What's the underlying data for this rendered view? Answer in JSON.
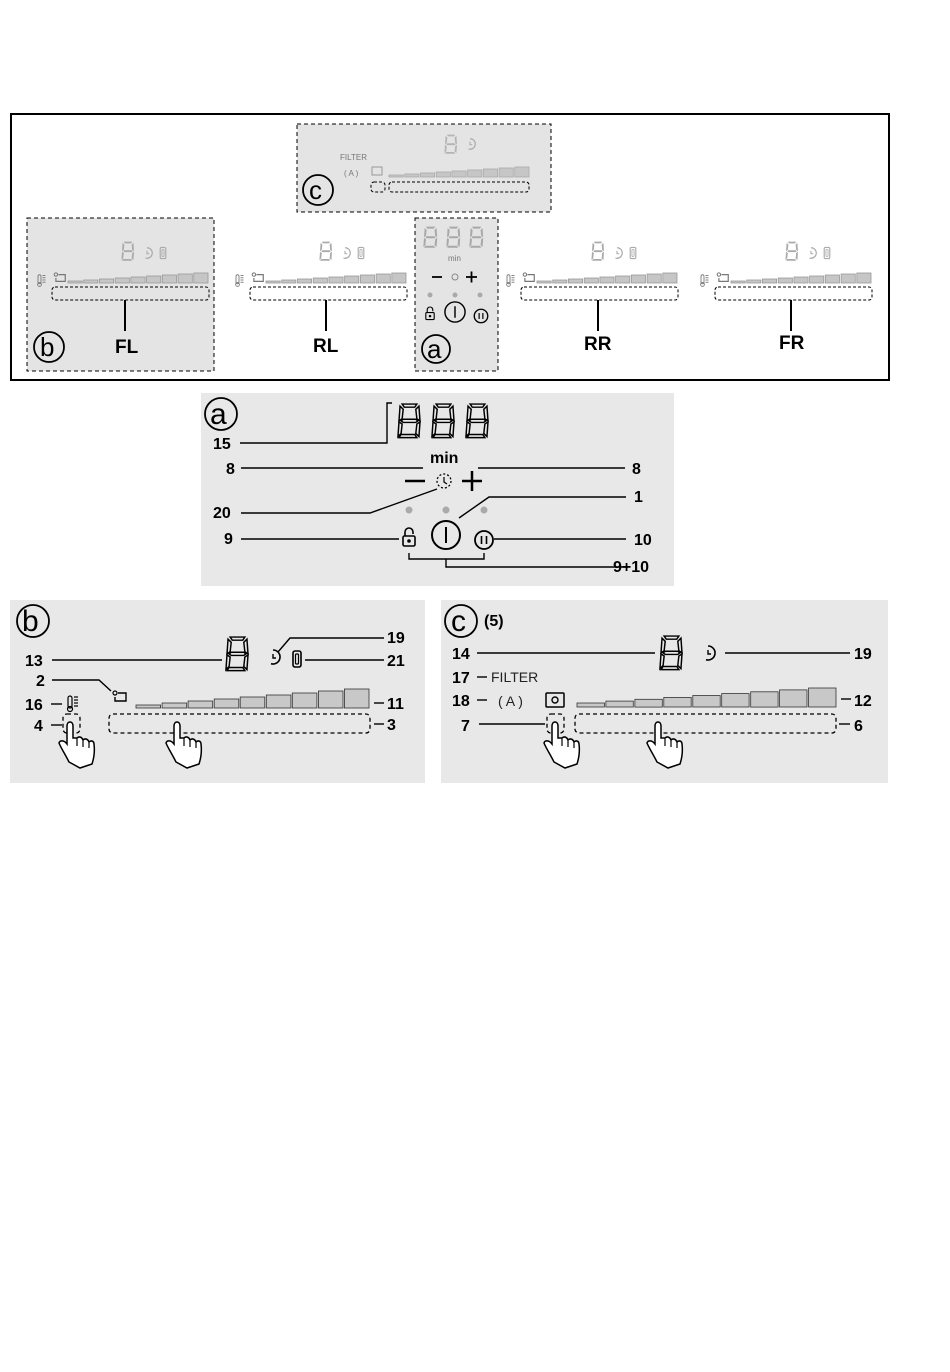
{
  "zones": {
    "fl": "FL",
    "rl": "RL",
    "rr": "RR",
    "fr": "FR"
  },
  "panel_letters": {
    "a": "a",
    "b": "b",
    "c": "c"
  },
  "overview": {
    "filter": "FILTER",
    "auto": "( A )",
    "min": "min"
  },
  "detail_a": {
    "min": "min",
    "callouts": {
      "n15": "15",
      "n8_left": "8",
      "n8_right": "8",
      "n20": "20",
      "n1": "1",
      "n9": "9",
      "n10": "10",
      "n9_10": "9+10"
    }
  },
  "detail_b": {
    "callouts": {
      "n13": "13",
      "n2": "2",
      "n16": "16",
      "n4": "4",
      "n19": "19",
      "n21": "21",
      "n11": "11",
      "n3": "3"
    }
  },
  "detail_c": {
    "note": "(5)",
    "filter": "FILTER",
    "auto": "( A )",
    "callouts": {
      "n14": "14",
      "n17": "17",
      "n18": "18",
      "n7": "7",
      "n19": "19",
      "n12": "12",
      "n6": "6"
    }
  },
  "icons": [
    "seven-segment-display",
    "timer-icon",
    "bridge-icon",
    "heat-indicator-icon",
    "pot-detection-icon",
    "lock-icon",
    "power-icon",
    "pause-icon",
    "minus-icon",
    "plus-icon",
    "clock-icon",
    "hand-pointer-icon"
  ]
}
